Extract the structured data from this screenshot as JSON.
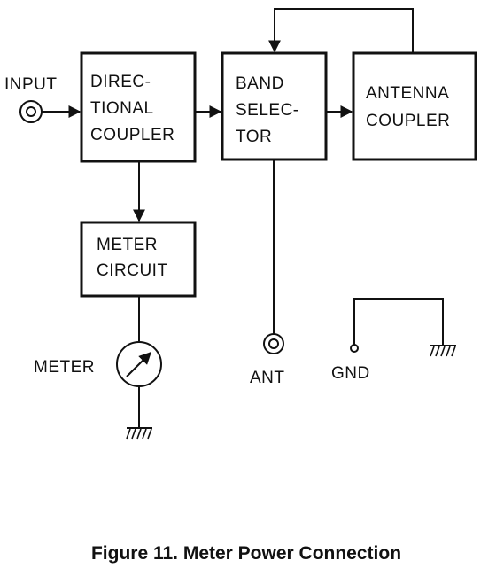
{
  "blocks": {
    "directional_coupler": [
      "DIREC-",
      "TIONAL",
      "COUPLER"
    ],
    "band_selector": [
      "BAND",
      "SELEC-",
      "TOR"
    ],
    "antenna_coupler": [
      "ANTENNA",
      "COUPLER"
    ],
    "meter_circuit": [
      "METER",
      "CIRCUIT"
    ]
  },
  "terminals": {
    "input": "INPUT",
    "ant": "ANT",
    "gnd": "GND",
    "meter": "METER"
  },
  "caption": "Figure 11. Meter Power Connection"
}
